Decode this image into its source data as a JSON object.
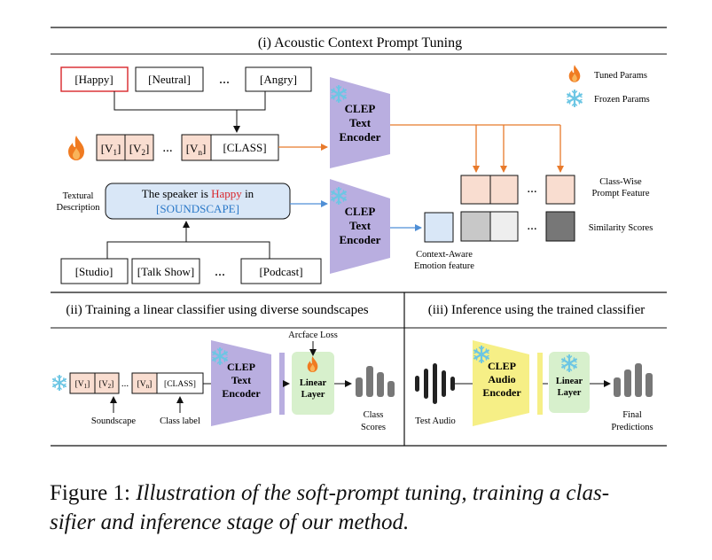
{
  "section1": {
    "title": "(i) Acoustic Context Prompt Tuning",
    "emotions": [
      "[Happy]",
      "[Neutral]",
      "...",
      "[Angry]"
    ],
    "prompt_tokens": {
      "v1": "V",
      "v1_sub": "1",
      "v2": "V",
      "v2_sub": "2",
      "dots": "...",
      "vn": "V",
      "vn_sub": "n",
      "class": "[CLASS]"
    },
    "encoder_top": [
      "CLEP",
      "Text",
      "Encoder"
    ],
    "encoder_bottom": [
      "CLEP",
      "Text",
      "Encoder"
    ],
    "textural_description": [
      "Textural",
      "Description"
    ],
    "description": {
      "prefix": "The speaker is ",
      "happy": "Happy",
      "in": " in",
      "soundscape": "[SOUNDSCAPE]"
    },
    "soundscapes": [
      "[Studio]",
      "[Talk Show]",
      "...",
      "[Podcast]"
    ],
    "context_feature": [
      "Context-Aware",
      "Emotion feature"
    ],
    "class_wise": [
      "Class-Wise",
      "Prompt Feature"
    ],
    "similarity": "Similarity Scores",
    "feature_dots": "...",
    "legend": {
      "tuned": "Tuned Params",
      "frozen": "Frozen Params"
    }
  },
  "section2": {
    "title": "(ii) Training a linear classifier using diverse soundscapes",
    "tokens": {
      "v1": "[V",
      "v1_sub": "1",
      "v2": "[V",
      "v2_sub": "2",
      "dots": "...",
      "vn": "[V",
      "vn_sub": "n",
      "class": "[CLASS]"
    },
    "encoder": [
      "CLEP",
      "Text",
      "Encoder"
    ],
    "arcface": "Arcface Loss",
    "linear": [
      "Linear",
      "Layer"
    ],
    "class_scores": [
      "Class",
      "Scores"
    ],
    "soundscape_label": "Soundscape",
    "class_label": "Class label"
  },
  "section3": {
    "title": "(iii) Inference using the trained classifier",
    "test_audio": "Test Audio",
    "encoder": [
      "CLEP",
      "Audio",
      "Encoder"
    ],
    "linear": [
      "Linear",
      "Layer"
    ],
    "final": [
      "Final",
      "Predictions"
    ]
  },
  "caption": {
    "label": "Figure 1: ",
    "text": "Illustration of the soft-prompt tuning, training a clas-",
    "text2": "sifier and inference stage of our method."
  },
  "colors": {
    "encoder_purple": "#b9aee0",
    "prompt_peach": "#f9ddd0",
    "desc_blue": "#d9e7f7",
    "linear_green": "#d7f0cc",
    "audio_yellow": "#f6ef86",
    "orange": "#e87a2b",
    "blue_arrow": "#4f8fd6",
    "happy_red": "#d9262b",
    "soundscape_blue": "#2a78c8",
    "ice": "#6cc6e4"
  }
}
